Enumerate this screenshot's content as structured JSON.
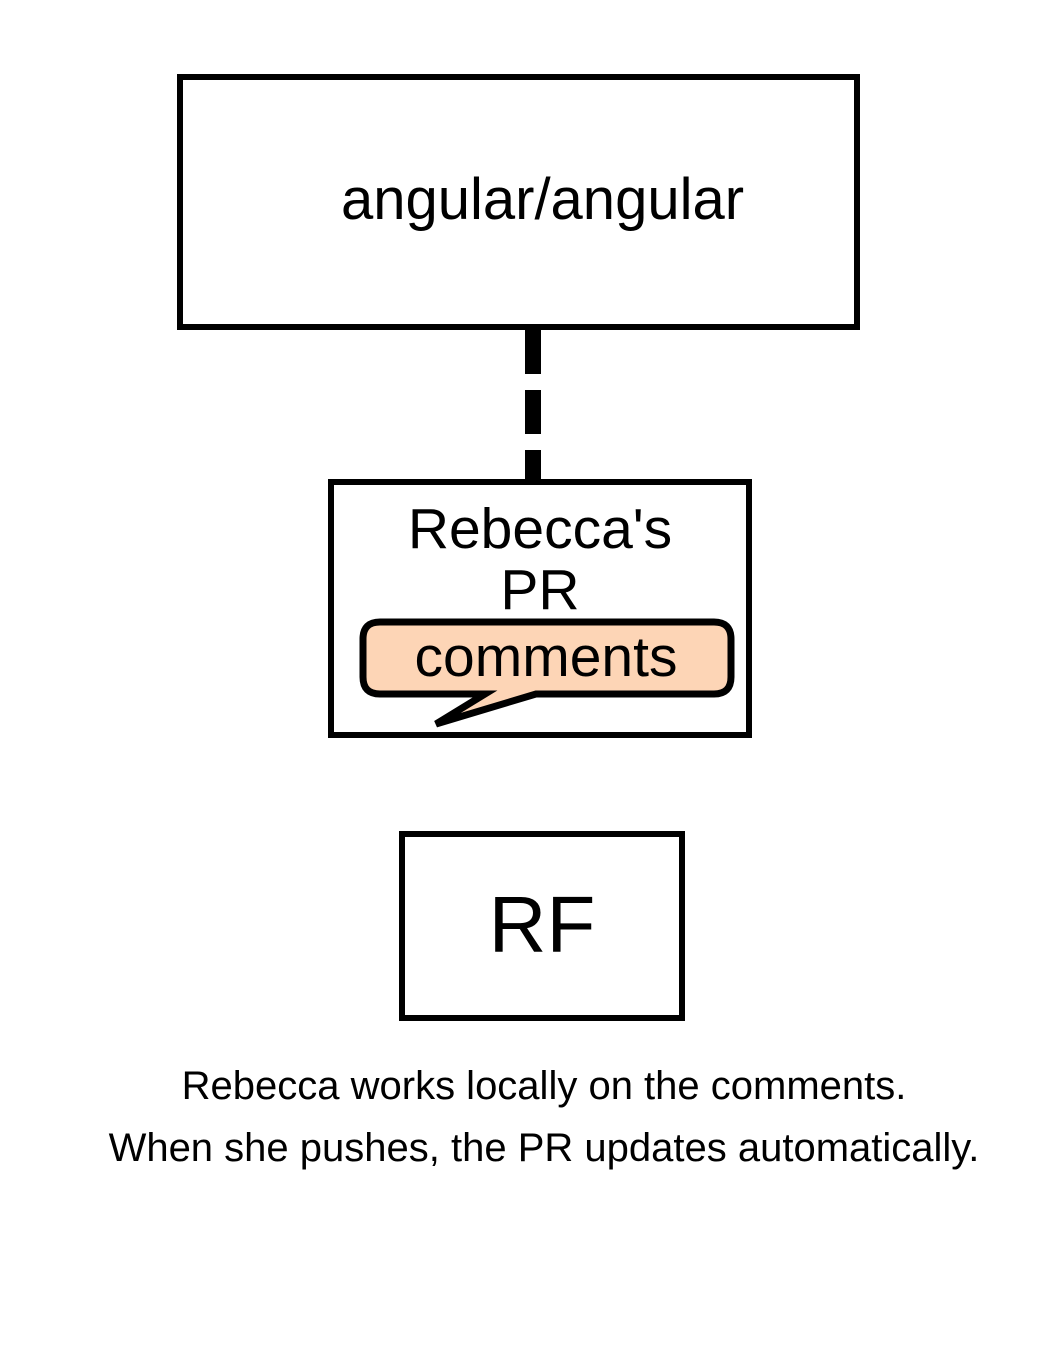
{
  "diagram": {
    "repo": {
      "label": "angular/angular"
    },
    "pull_request": {
      "title": "Rebecca's",
      "subtitle": "PR",
      "comments_label": "comments",
      "comments_color": "#fdd5b6"
    },
    "local": {
      "label": "RF"
    },
    "connector": {
      "style": "dashed"
    },
    "caption": {
      "line1": "Rebecca works locally on the comments.",
      "line2": "When she pushes, the PR updates automatically."
    }
  }
}
